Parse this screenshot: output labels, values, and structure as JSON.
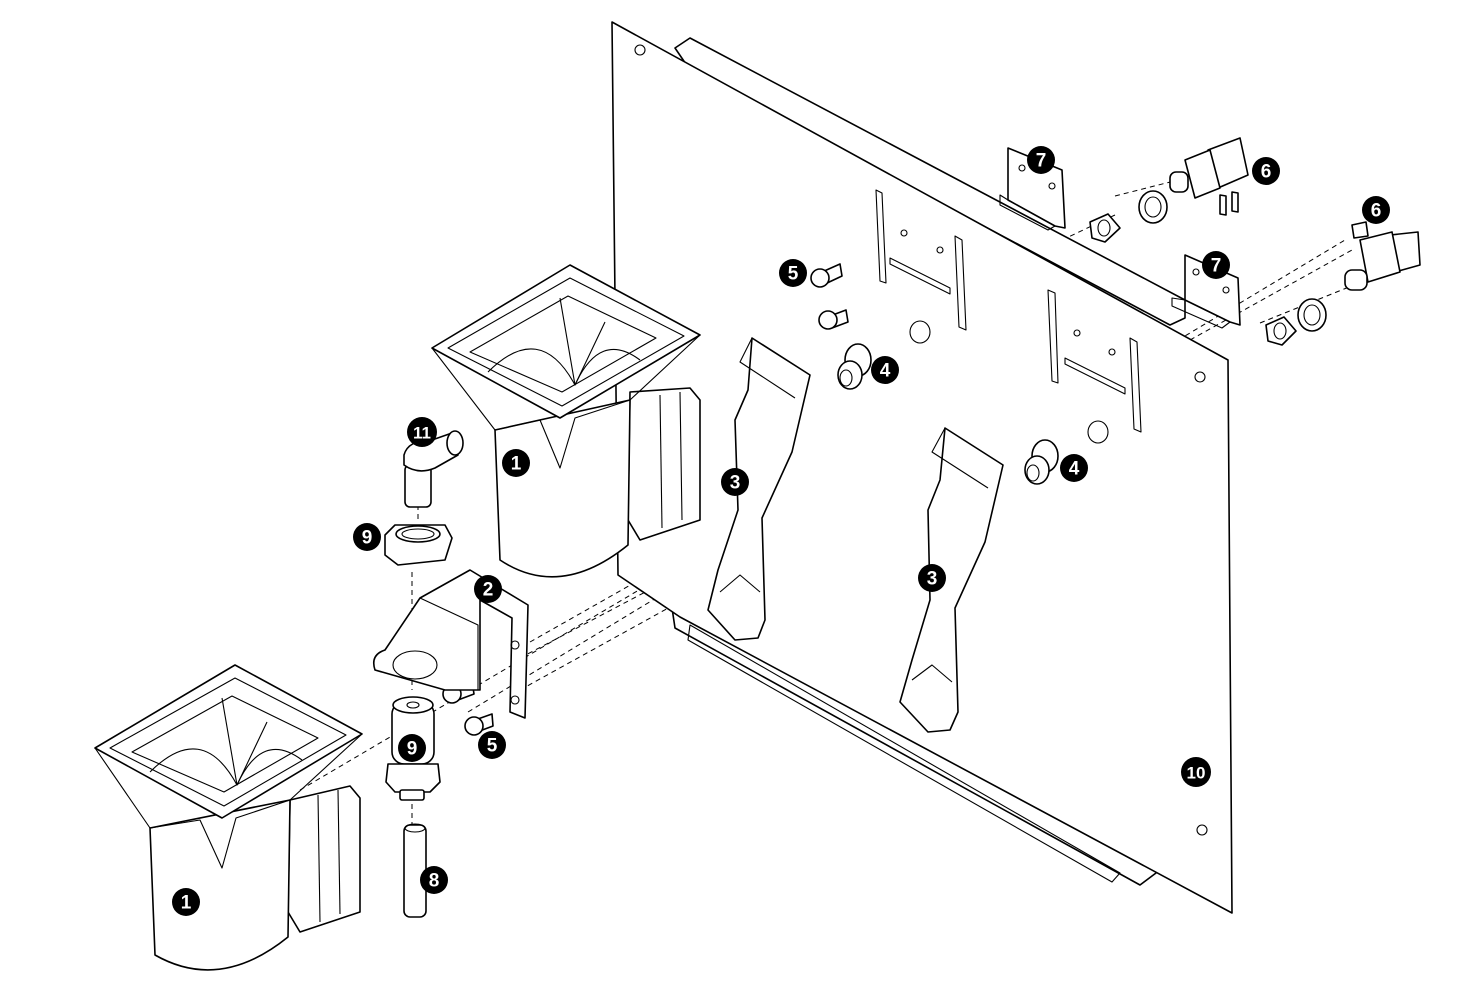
{
  "callouts": [
    {
      "id": "c1a",
      "label": "1"
    },
    {
      "id": "c1b",
      "label": "1"
    },
    {
      "id": "c2",
      "label": "2"
    },
    {
      "id": "c3a",
      "label": "3"
    },
    {
      "id": "c3b",
      "label": "3"
    },
    {
      "id": "c4a",
      "label": "4"
    },
    {
      "id": "c4b",
      "label": "4"
    },
    {
      "id": "c5a",
      "label": "5"
    },
    {
      "id": "c5b",
      "label": "5"
    },
    {
      "id": "c6a",
      "label": "6"
    },
    {
      "id": "c6b",
      "label": "6"
    },
    {
      "id": "c7a",
      "label": "7"
    },
    {
      "id": "c7b",
      "label": "7"
    },
    {
      "id": "c8",
      "label": "8"
    },
    {
      "id": "c9a",
      "label": "9"
    },
    {
      "id": "c9b",
      "label": "9"
    },
    {
      "id": "c10",
      "label": "10"
    },
    {
      "id": "c11",
      "label": "11"
    }
  ]
}
